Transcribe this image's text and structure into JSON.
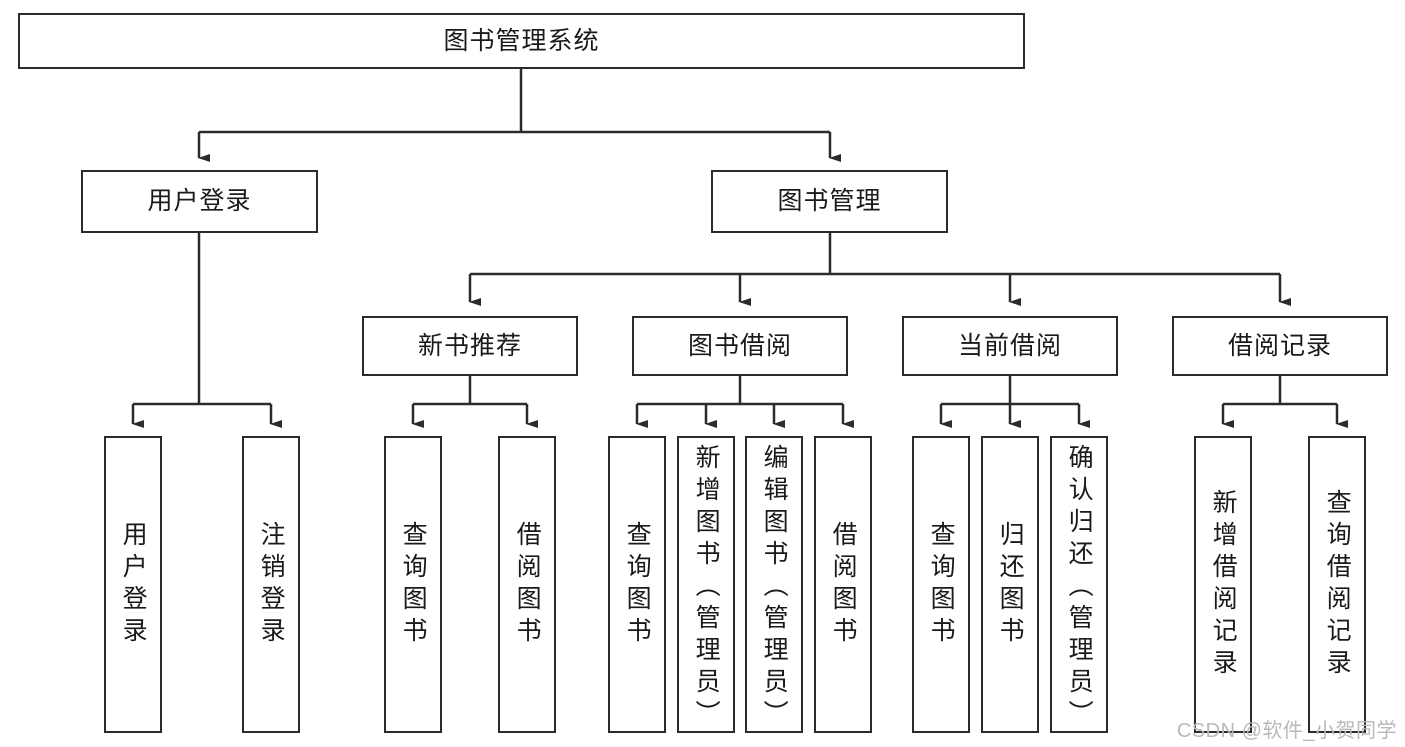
{
  "diagram": {
    "title": "图书管理系统",
    "root": {
      "label": "图书管理系统"
    },
    "level2": [
      {
        "label": "用户登录"
      },
      {
        "label": "图书管理"
      }
    ],
    "level3": [
      {
        "label": "新书推荐"
      },
      {
        "label": "图书借阅"
      },
      {
        "label": "当前借阅"
      },
      {
        "label": "借阅记录"
      }
    ],
    "leaves": [
      {
        "label": "用户登录"
      },
      {
        "label": "注销登录"
      },
      {
        "label": "查询图书"
      },
      {
        "label": "借阅图书"
      },
      {
        "label": "查询图书"
      },
      {
        "label": "新增图书（管理员）"
      },
      {
        "label": "编辑图书（管理员）"
      },
      {
        "label": "借阅图书"
      },
      {
        "label": "查询图书"
      },
      {
        "label": "归还图书"
      },
      {
        "label": "确认归还（管理员）"
      },
      {
        "label": "新增借阅记录"
      },
      {
        "label": "查询借阅记录"
      }
    ],
    "colors": {
      "stroke": "#2b2b2b",
      "fill": "#ffffff",
      "text": "#1a1a1a",
      "watermark": "#b9b9b9"
    }
  },
  "watermark": {
    "text": "CSDN @软件_小贺同学"
  }
}
